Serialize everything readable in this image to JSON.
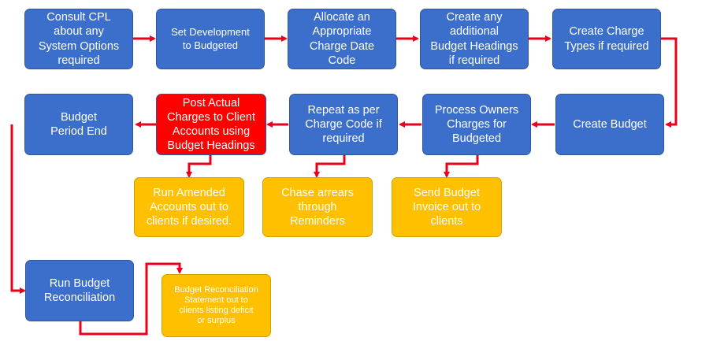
{
  "colors": {
    "process": "#3c6fcb",
    "highlight": "#ff0000",
    "output": "#ffc000",
    "arrow": "#e8001c"
  },
  "steps": {
    "consult_cpl": "Consult CPL\nabout any\nSystem Options\nrequired",
    "set_development": "Set Development\nto Budgeted",
    "allocate_charge_date": "Allocate an\nAppropriate\nCharge Date\nCode",
    "create_budget_headings": "Create any\nadditional\nBudget Headings\nif required",
    "create_charge_types": "Create Charge\nTypes if required",
    "create_budget": "Create Budget",
    "process_owners_charges": "Process Owners\nCharges for\nBudgeted",
    "repeat_charge_code": "Repeat as per\nCharge Code if\nrequired",
    "post_actual_charges": "Post Actual\nCharges to Client\nAccounts using\nBudget Headings",
    "budget_period_end": "Budget\nPeriod End",
    "run_budget_reconciliation": "Run Budget\nReconciliation"
  },
  "outputs": {
    "run_amended_accounts": "Run Amended\nAccounts out to\nclients if desired.",
    "chase_arrears": "Chase arrears\nthrough\nReminders",
    "send_budget_invoice": "Send Budget\nInvoice out to\nclients",
    "reconciliation_statement": "Budget Reconciliation\nStatement out to\nclients listing deficit\nor surplus"
  }
}
